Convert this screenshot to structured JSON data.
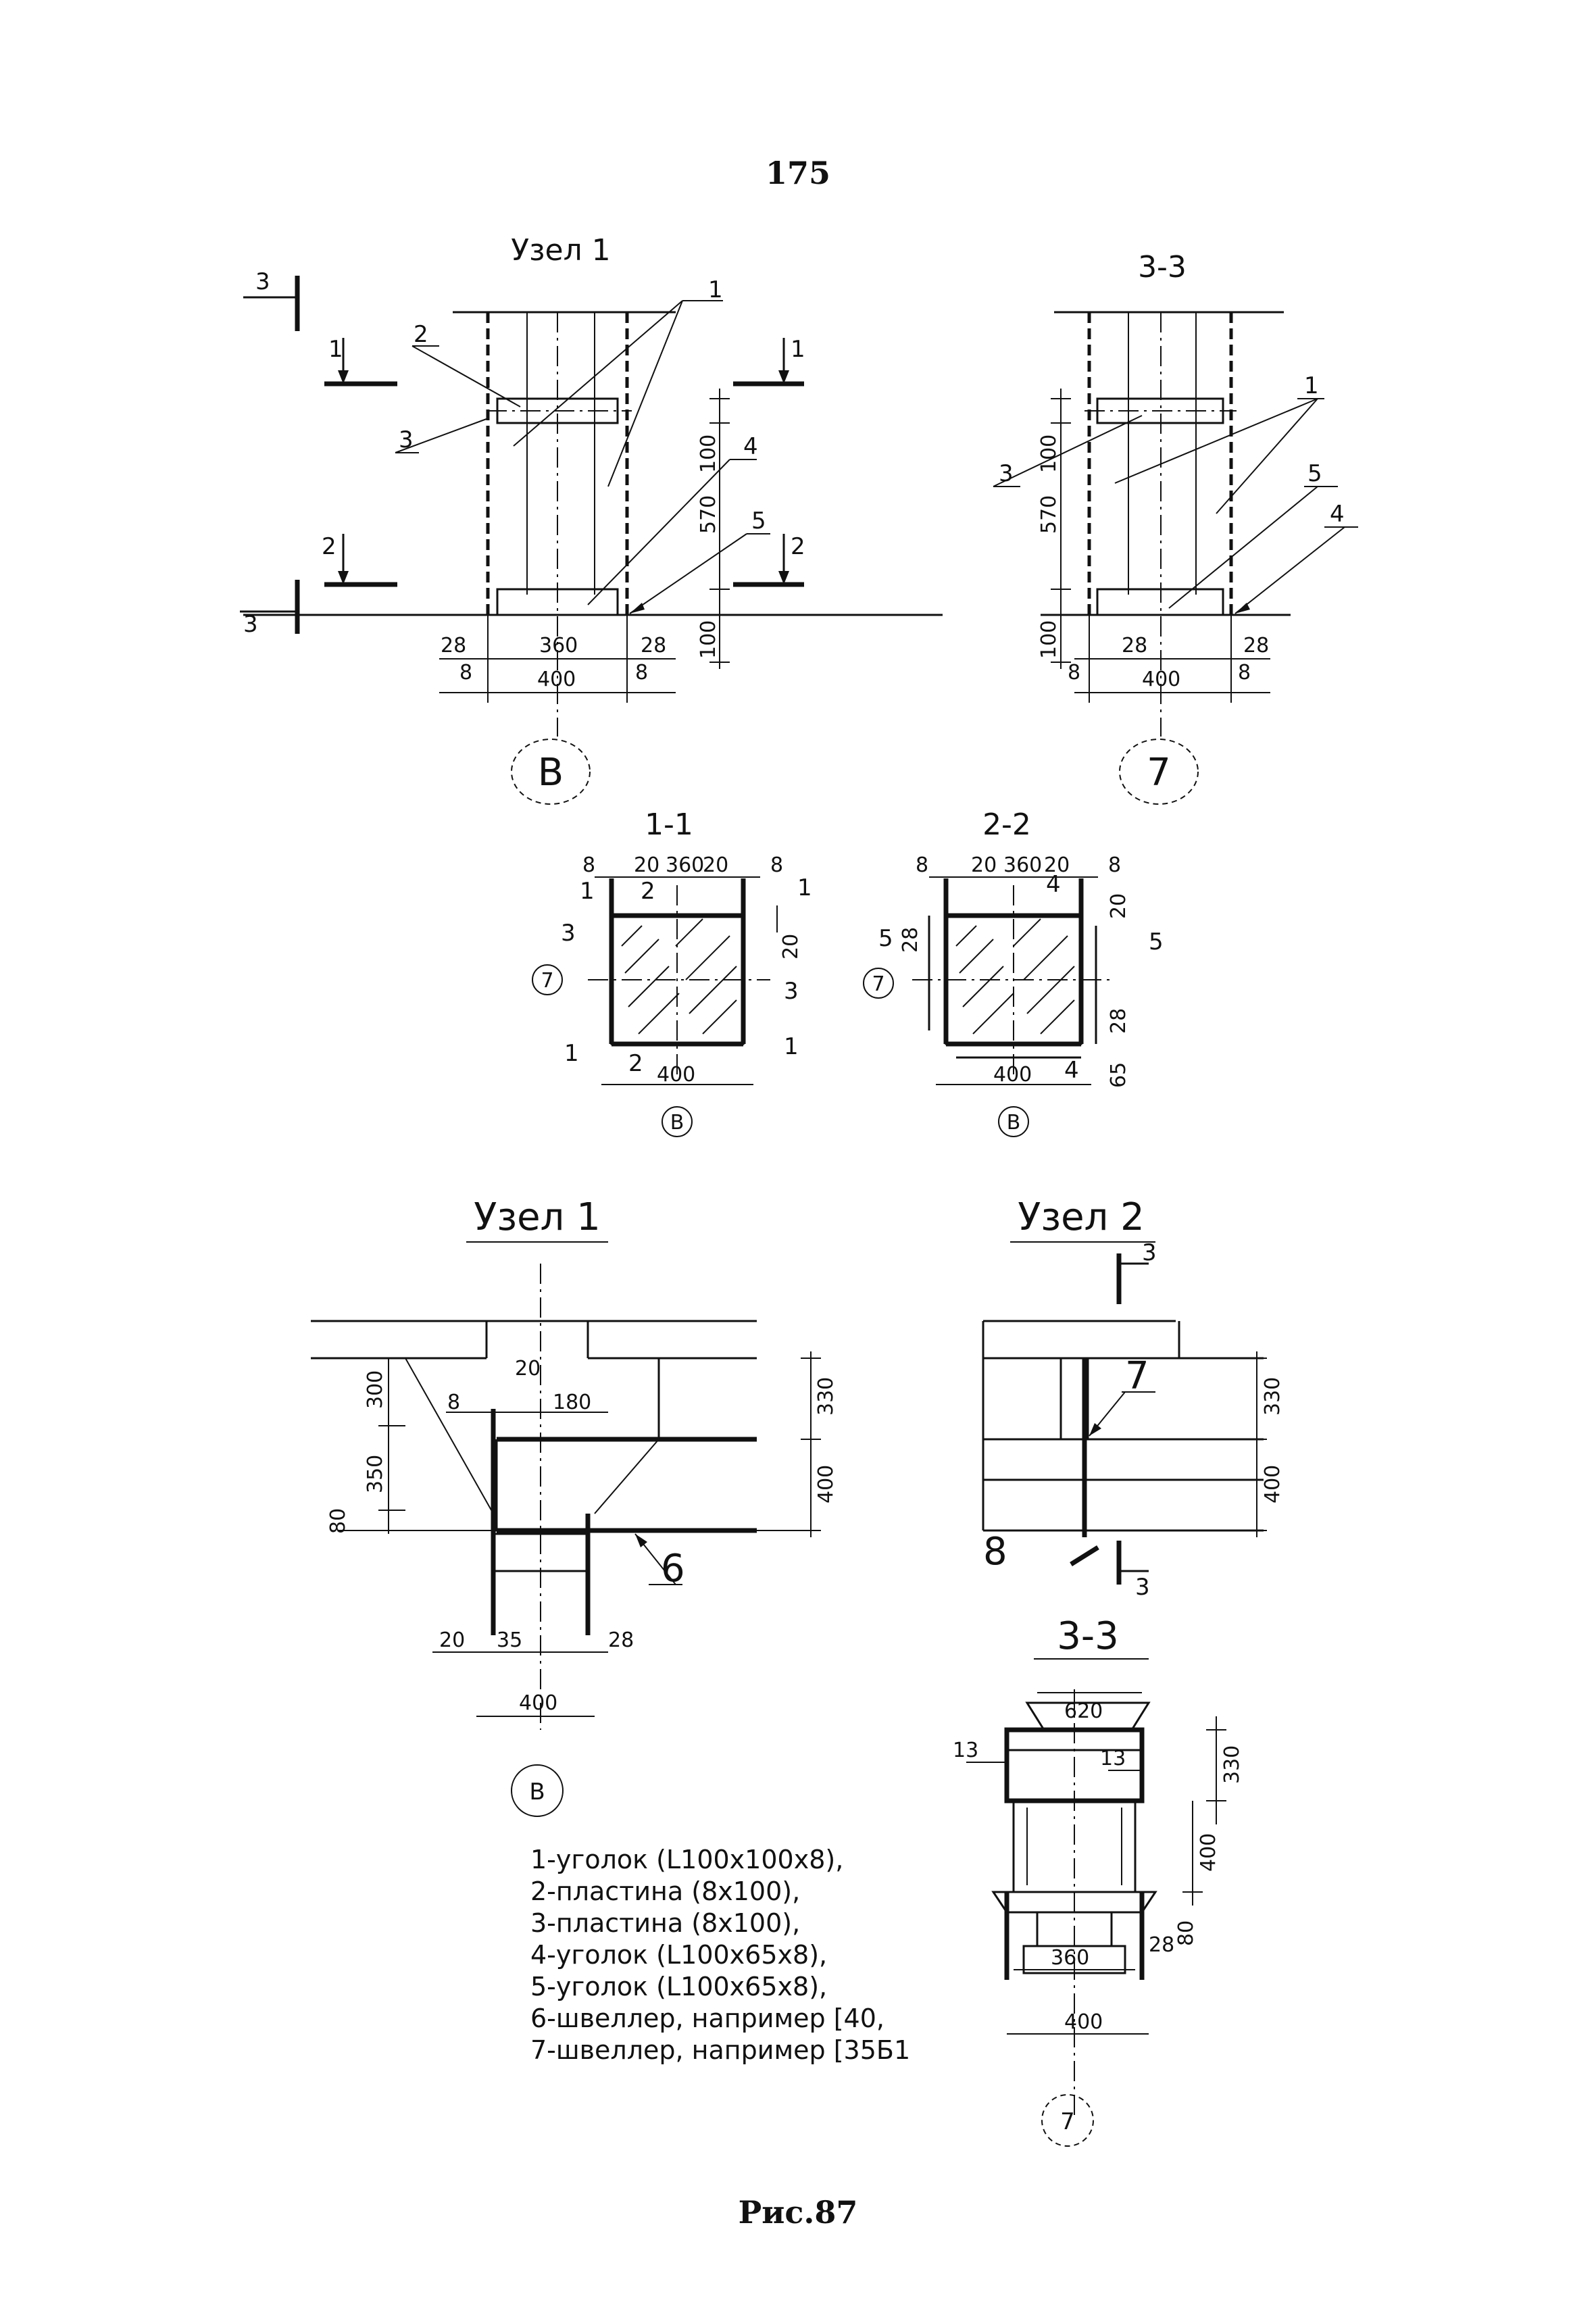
{
  "page_number": "175",
  "caption": "Рис.87",
  "top": {
    "elev_axis_title": "Узел 1",
    "elev_7_title": "3-3",
    "sec_1_title": "1-1",
    "sec_2_title": "2-2",
    "marks": {
      "s1": "1",
      "s2": "2",
      "s3": "3",
      "p1": "1",
      "p2": "2",
      "p3": "3",
      "p4": "4",
      "p5": "5"
    },
    "dims": {
      "d28": "28",
      "d360": "360",
      "d400": "400",
      "d8": "8",
      "d100": "100",
      "d570": "570",
      "d20": "20",
      "d65": "65"
    },
    "axes": {
      "b": "В",
      "seven": "7"
    }
  },
  "bottom": {
    "node1_title": "Узел 1",
    "node2_title": "Узел 2",
    "sec33_title": "3-3",
    "dims": {
      "d300": "300",
      "d350": "350",
      "d80": "80",
      "d8": "8",
      "d20": "20",
      "d180": "180",
      "d330": "330",
      "d400": "400",
      "d35": "35",
      "d28": "28",
      "d620": "620",
      "d13": "13",
      "d360": "360"
    },
    "marks": {
      "p6": "6",
      "p7": "7",
      "s3": "3"
    }
  },
  "legend": [
    "1-уголок (L100х100х8),",
    "2-пластина (8х100),",
    "3-пластина (8х100),",
    "4-уголок (L100х65х8),",
    "5-уголок (L100х65х8),",
    "6-швеллер, например [40,",
    "7-швеллер, например [35Б1"
  ]
}
